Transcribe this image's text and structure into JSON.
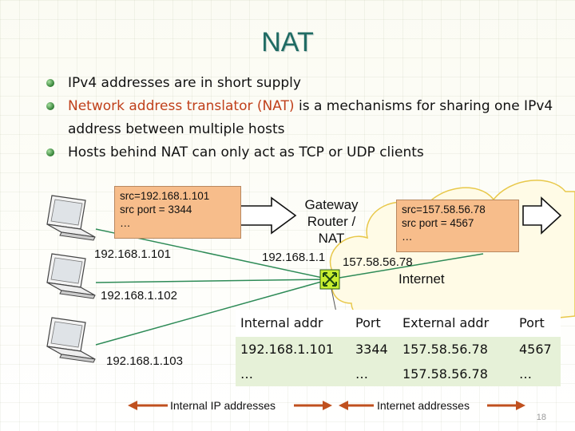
{
  "slide": {
    "title": "NAT",
    "page_number": "18",
    "bullets": [
      {
        "text": "IPv4 addresses are in short supply"
      },
      {
        "highlight": "Network address translator (NAT)",
        "text": " is a mechanisms for sharing one IPv4 address between multiple hosts"
      },
      {
        "text": "Hosts behind NAT can only act as TCP or UDP clients"
      }
    ]
  },
  "diagram": {
    "hosts": [
      {
        "icon": "laptop",
        "ip": "192.168.1.101"
      },
      {
        "icon": "laptop",
        "ip": "192.168.1.102"
      },
      {
        "icon": "laptop",
        "ip": "192.168.1.103"
      }
    ],
    "packet_internal": {
      "line1": "src=192.168.1.101",
      "line2": "src port = 3344",
      "line3": "…"
    },
    "packet_external": {
      "line1": "src=157.58.56.78",
      "line2": "src port = 4567",
      "line3": "…"
    },
    "gateway": {
      "line1": "Gateway",
      "line2": "Router /",
      "line3": "NAT",
      "internal_ip": "192.168.1.1",
      "external_ip": "157.58.56.78"
    },
    "internet_label": "Internet",
    "legend_internal": "Internal IP addresses",
    "legend_external": "Internet addresses",
    "colors": {
      "packet_fill": "#f7bd8b",
      "cloud_fill": "#fffbe6",
      "cloud_stroke": "#e8c84a",
      "table_row": "#e6f1d8",
      "legend_arrow": "#c0501e",
      "title": "#1f6b63",
      "highlight": "#c0401b"
    }
  },
  "nat_table": {
    "headers": [
      "Internal addr",
      "Port",
      "External addr",
      "Port"
    ],
    "rows": [
      [
        "192.168.1.101",
        "3344",
        "157.58.56.78",
        "4567"
      ],
      [
        "…",
        "…",
        "157.58.56.78",
        "…"
      ]
    ]
  }
}
